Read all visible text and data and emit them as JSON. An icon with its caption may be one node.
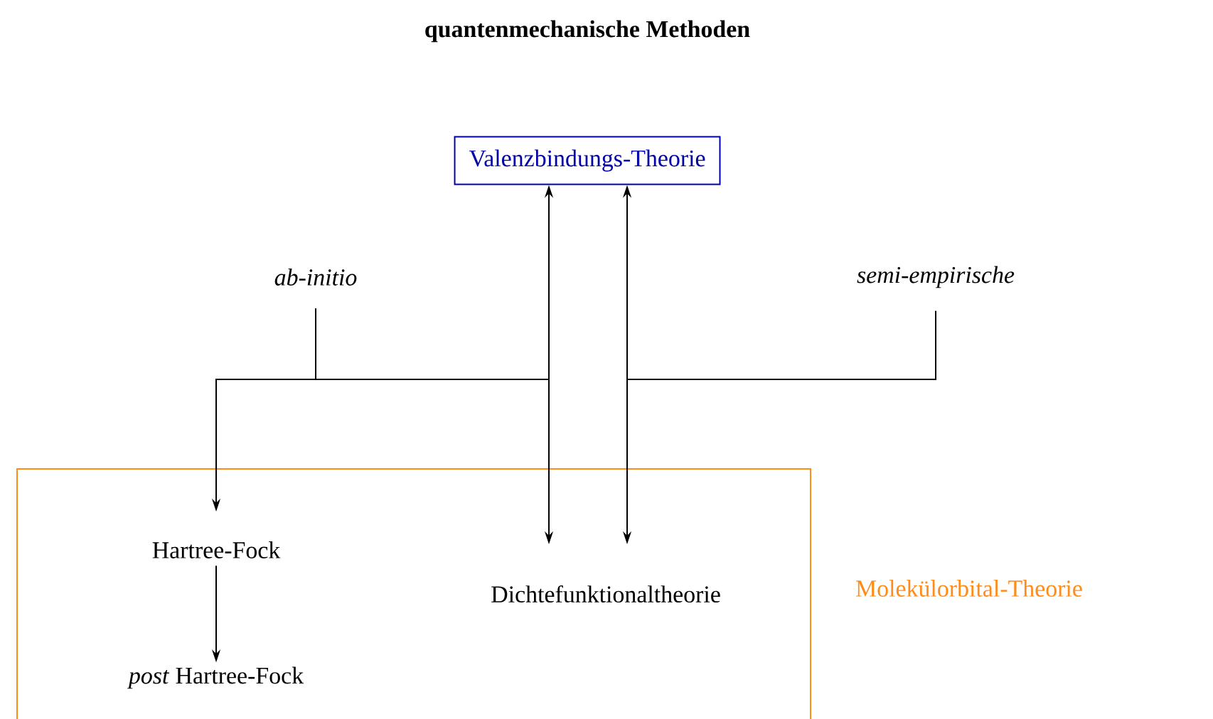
{
  "diagram": {
    "title": "quantenmechanische Methoden",
    "nodes": [
      {
        "text": [
          "Valenzbindungs-Theorie"
        ]
      },
      {
        "text": [
          "ab-initio"
        ]
      },
      {
        "text": [
          "semi-empirische"
        ]
      },
      {
        "text": [
          "Molekülorbital-Theorie"
        ]
      },
      {
        "text": [
          "Hartree-Fock"
        ],
        "in": 3
      },
      {
        "text": [
          "Dichtefunktionaltheorie"
        ],
        "in": 3
      },
      {
        "text": [
          "*post* Hartree-Fock"
        ],
        "in": 3
      }
    ],
    "edges": [
      {
        "from": 1,
        "to": 4,
        "arrow": "to"
      },
      {
        "from": 1,
        "to": 0,
        "arrow": "to"
      },
      {
        "from": 1,
        "to": 5,
        "arrow": "to"
      },
      {
        "from": 2,
        "to": 0,
        "arrow": "to"
      },
      {
        "from": 2,
        "to": 5,
        "arrow": "to"
      },
      {
        "from": 4,
        "to": 6,
        "arrow": "to"
      }
    ]
  }
}
